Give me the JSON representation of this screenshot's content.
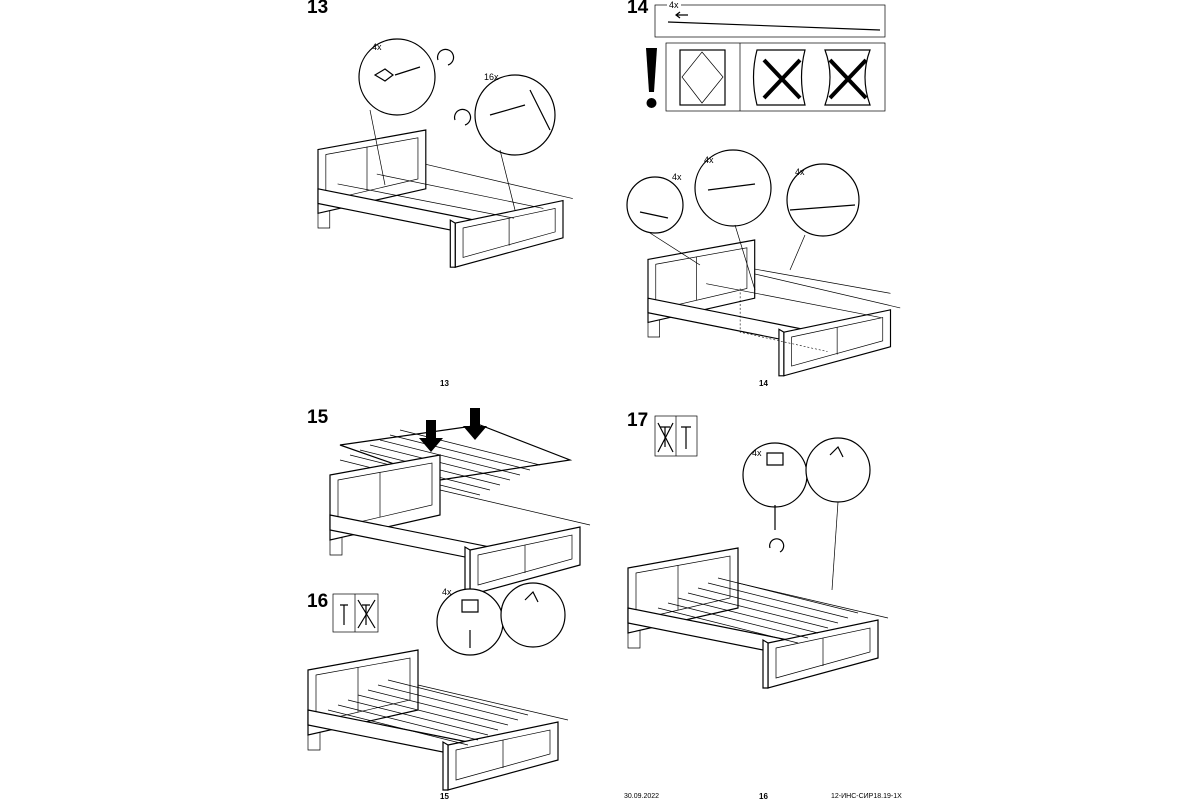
{
  "steps": {
    "s13": {
      "number": "13",
      "callouts": [
        "4x",
        "16x"
      ]
    },
    "s14": {
      "number": "14",
      "slat_count": "4x",
      "callouts": [
        "4x",
        "4x",
        "4x"
      ]
    },
    "s15": {
      "number": "15"
    },
    "s16": {
      "number": "16",
      "callouts": [
        "4x"
      ]
    },
    "s17": {
      "number": "17",
      "callouts": [
        "4x"
      ]
    }
  },
  "page_numbers": {
    "left_top": "13",
    "right_top": "14",
    "left_bottom": "15",
    "right_bottom": "16"
  },
  "footer": {
    "date": "30.09.2022",
    "code": "12-ИНС-СИР18.19-1X"
  },
  "icons": [
    "screw-icon",
    "rotate-icon",
    "warning-exclamation-icon",
    "arrow-down-icon",
    "hand-press-icon"
  ]
}
